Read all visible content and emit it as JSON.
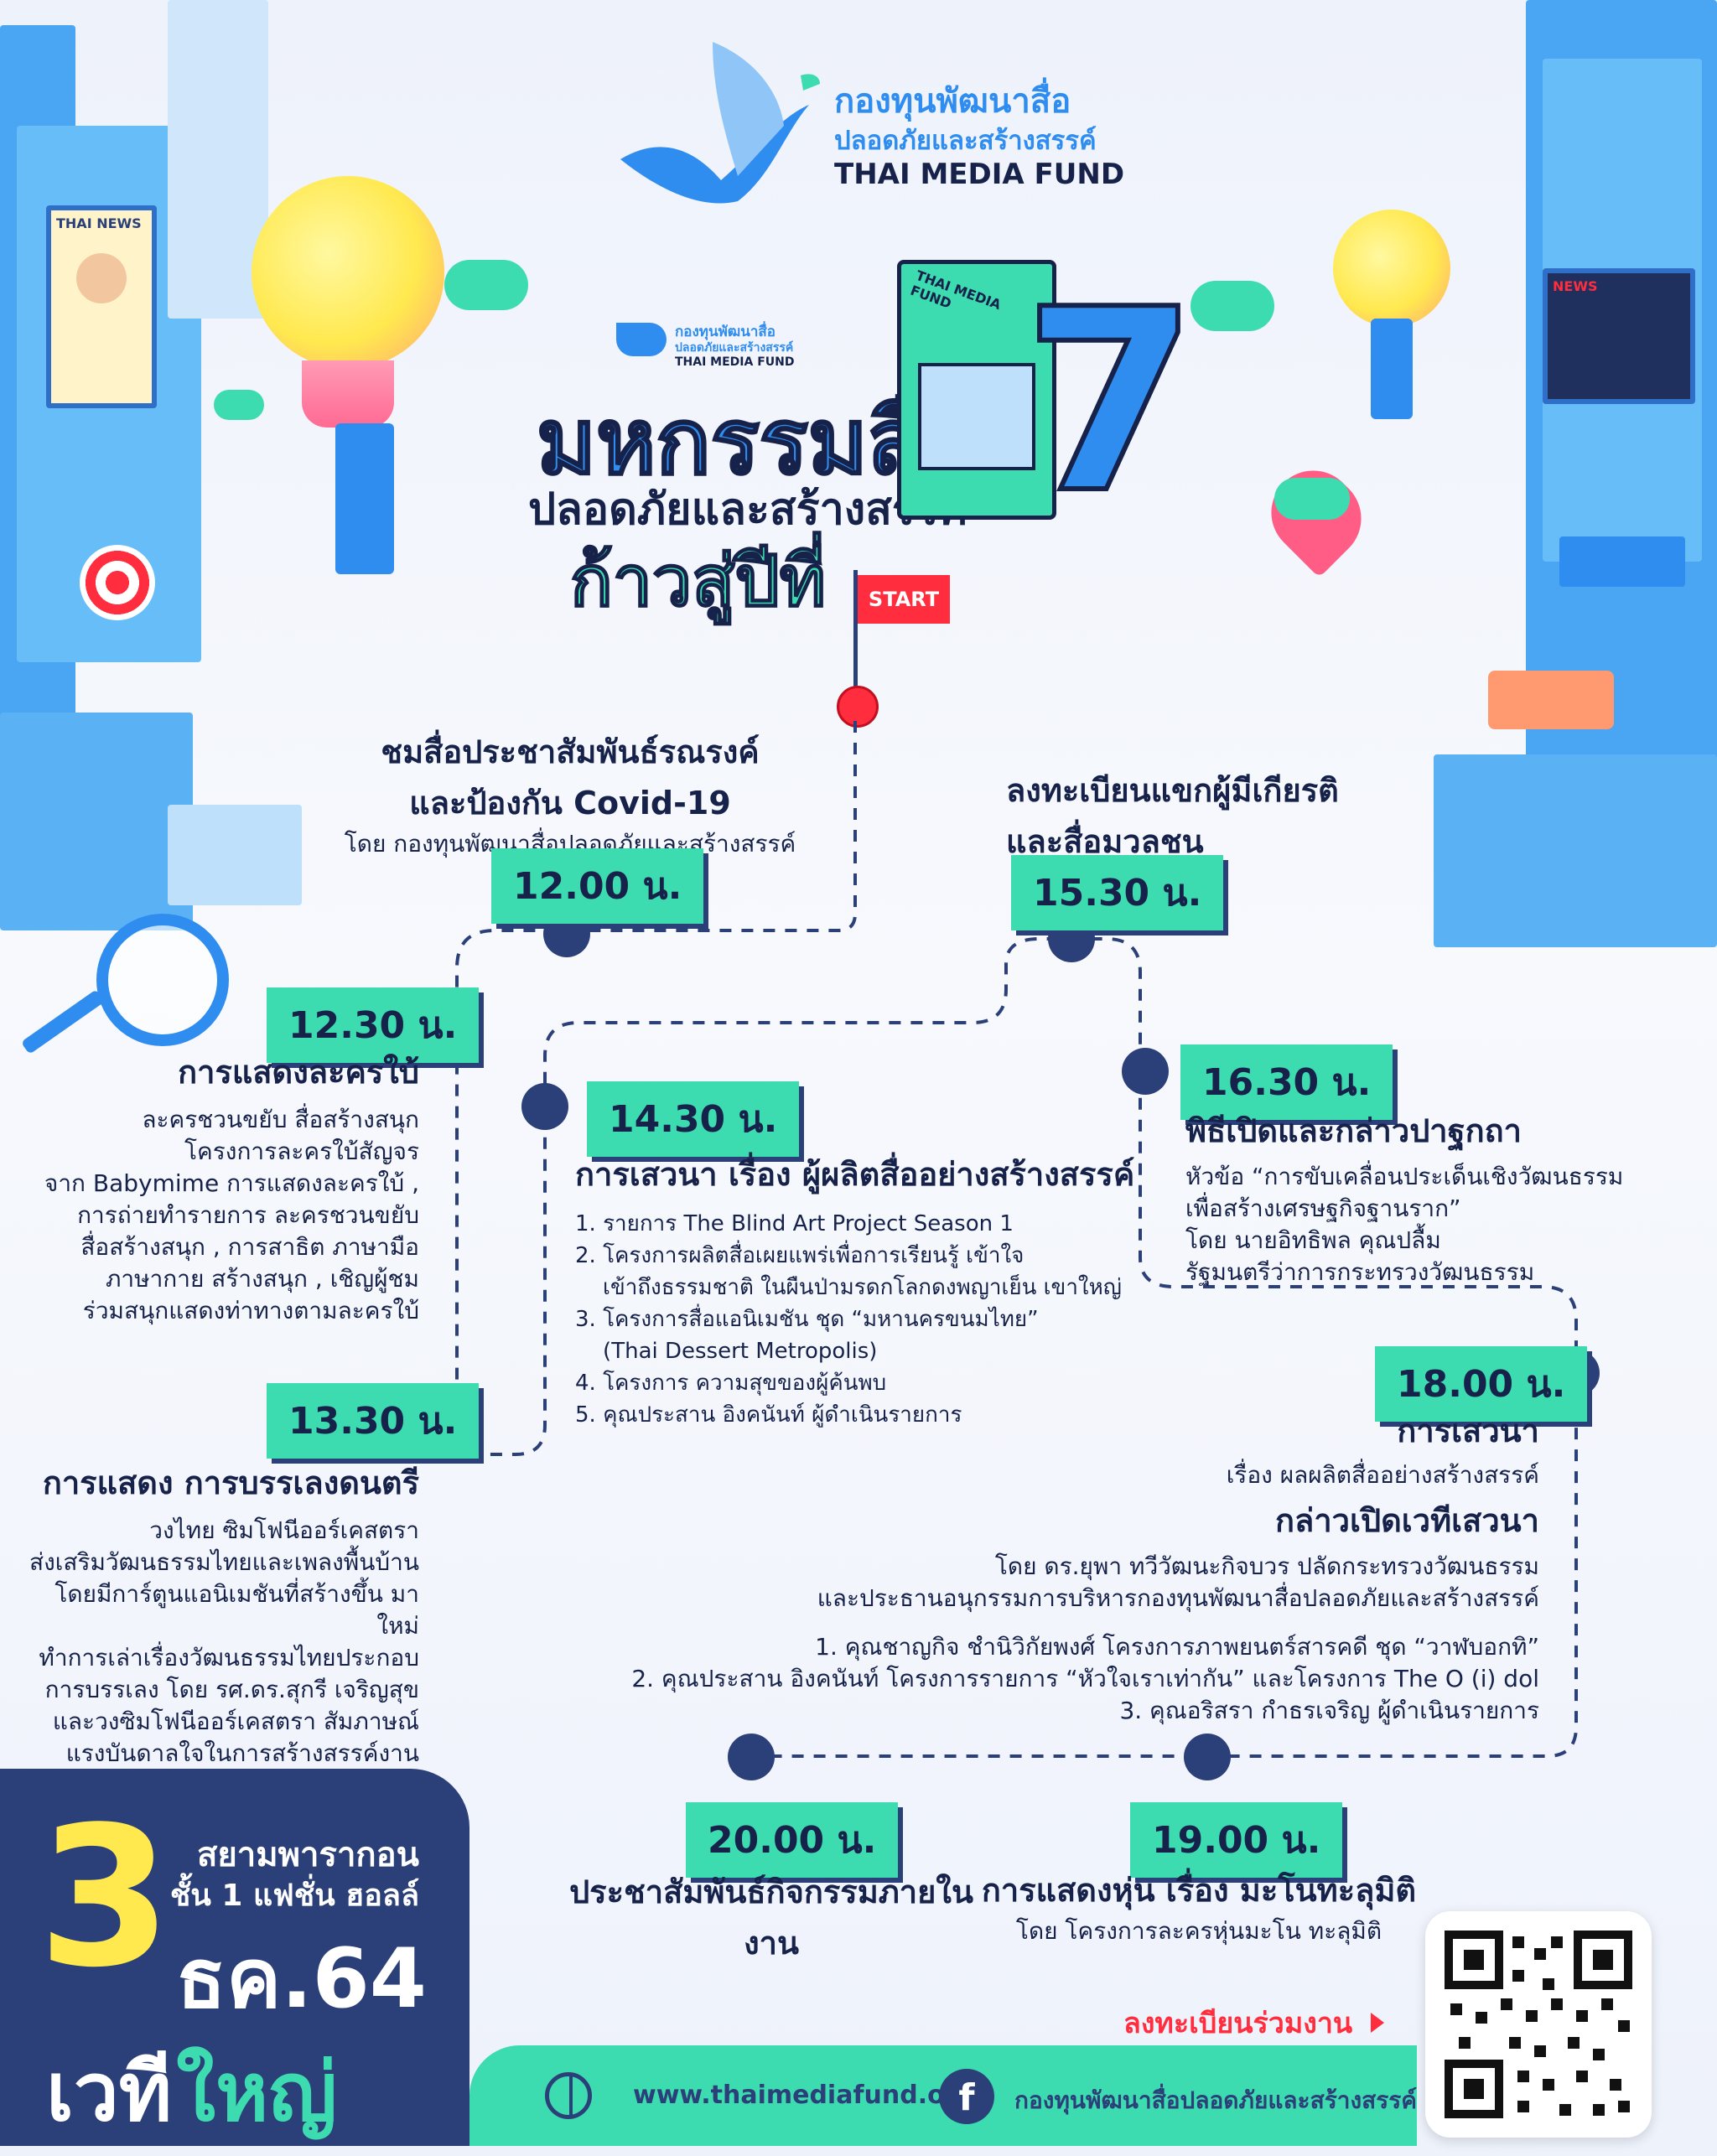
{
  "brand": {
    "line1": "กองทุนพัฒนาสื่อ",
    "line2": "ปลอดภัยและสร้างสรรค์",
    "line3": "THAI MEDIA FUND"
  },
  "event_logo": {
    "fund_line1": "กองทุนพัฒนาสื่อ",
    "fund_line2": "ปลอดภัยและสร้างสรรค์",
    "fund_line3": "THAI MEDIA FUND",
    "title_main": "มหกรรมสื่อ",
    "title_sub": "ปลอดภัยและสร้างสรรค์",
    "title_year": "ก้าวสู่ปีที่",
    "number": "7",
    "booth_sign": "THAI MEDIA FUND"
  },
  "illustration": {
    "billboard_left": "THAI NEWS",
    "billboard_right": "NEWS",
    "flag": "START"
  },
  "timeline": [
    {
      "time": "12.00 น.",
      "title": "ชมสื่อประชาสัมพันธ์รณรงค์",
      "title2": "และป้องกัน Covid-19",
      "desc": "โดย กองทุนพัฒนาสื่อปลอดภัยและสร้างสรรค์"
    },
    {
      "time": "12.30 น.",
      "title": "การแสดงละครใบ้",
      "desc": [
        "ละครชวนขยับ สื่อสร้างสนุก",
        "โครงการละครใบ้สัญจร",
        "จาก Babymime การแสดงละครใบ้ ,",
        "การถ่ายทำรายการ ละครชวนขยับ",
        "สื่อสร้างสนุก , การสาธิต ภาษามือ",
        "ภาษากาย สร้างสนุก , เชิญผู้ชม",
        "ร่วมสนุกแสดงท่าทางตามละครใบ้"
      ]
    },
    {
      "time": "13.30 น.",
      "title": "การแสดง การบรรเลงดนตรี",
      "desc": [
        "วงไทย ซิมโฟนีออร์เคสตรา",
        "ส่งเสริมวัฒนธรรมไทยและเพลงพื้นบ้าน",
        "โดยมีการ์ตูนแอนิเมชันที่สร้างขึ้น มาใหม่",
        "ทำการเล่าเรื่องวัฒนธรรมไทยประกอบ",
        "การบรรเลง  โดย รศ.ดร.สุกรี เจริญสุข",
        "และวงซิมโฟนีออร์เคสตรา สัมภาษณ์",
        "แรงบันดาลใจในการสร้างสรรค์งาน"
      ]
    },
    {
      "time": "14.30 น.",
      "title": "การเสวนา เรื่อง ผู้ผลิตสื่ออย่างสร้างสรรค์",
      "desc": [
        "1. รายการ The Blind Art Project Season 1",
        "2. โครงการผลิตสื่อเผยแพร่เพื่อการเรียนรู้ เข้าใจ",
        "    เข้าถึงธรรมชาติ ในผืนป่ามรดกโลกดงพญาเย็น เขาใหญ่",
        "3. โครงการสื่อแอนิเมชัน ชุด “มหานครขนมไทย”",
        "    (Thai Dessert Metropolis)",
        "4. โครงการ ความสุขของผู้ค้นพบ",
        "5. คุณประสาน อิงคนันท์ ผู้ดำเนินรายการ"
      ]
    },
    {
      "time": "15.30 น.",
      "title": "ลงทะเบียนแขกผู้มีเกียรติ",
      "title2": "และสื่อมวลชน"
    },
    {
      "time": "16.30 น.",
      "title": "พิธีเปิดและกล่าวปาฐกถา",
      "desc": [
        "หัวข้อ “การขับเคลื่อนประเด็นเชิงวัฒนธรรม",
        "เพื่อสร้างเศรษฐกิจฐานราก”",
        "โดย นายอิทธิพล  คุณปลื้ม",
        "รัฐมนตรีว่าการกระทรวงวัฒนธรรม"
      ]
    },
    {
      "time": "18.00 น.",
      "title": "การเสวนา",
      "line1": "เรื่อง ผลผลิตสื่ออย่างสร้างสรรค์",
      "title2": "กล่าวเปิดเวทีเสวนา",
      "line2": "โดย ดร.ยุพา ทวีวัฒนะกิจบวร ปลัดกระทรวงวัฒนธรรม",
      "line3": "และประธานอนุกรรมการบริหารกองทุนพัฒนาสื่อปลอดภัยและสร้างสรรค์",
      "list": [
        "1. คุณชาญกิจ ชำนิวิกัยพงศ์ โครงการภาพยนตร์สารคดี ชุด “วาฬบอกทิ”",
        "2. คุณประสาน อิงคนันท์ โครงการรายการ “หัวใจเราเท่ากัน” และโครงการ The O (i) dol",
        "3. คุณอริสรา กำธรเจริญ ผู้ดำเนินรายการ"
      ]
    },
    {
      "time": "19.00 น.",
      "title": "การแสดงหุ่น เรื่อง มะโนทะลุมิติ",
      "desc": "โดย โครงการละครหุ่นมะโน ทะลุมิติ"
    },
    {
      "time": "20.00 น.",
      "title": "ประชาสัมพันธ์กิจกรรมภายในงาน"
    }
  ],
  "venue": {
    "day": "3",
    "place_line1": "สยามพารากอน",
    "place_line2": "ชั้น 1 แฟชั่น ฮอลล์",
    "month": "ธค.64",
    "stage_a": "เวที",
    "stage_b": "ใหญ่"
  },
  "register": "ลงทะเบียนร่วมงาน",
  "footer": {
    "website": "www.thaimediafund.or.th",
    "facebook": "กองทุนพัฒนาสื่อปลอดภัยและสร้างสรรค์"
  },
  "colors": {
    "navy": "#2b3f78",
    "teal": "#3ddcb0",
    "blue": "#2f8df0",
    "red": "#ff2d3d",
    "yellow": "#ffe94f"
  },
  "icons": [
    "dove-logo-icon",
    "globe-icon",
    "facebook-icon",
    "arrow-right-icon",
    "qr-code",
    "start-flag-icon"
  ]
}
